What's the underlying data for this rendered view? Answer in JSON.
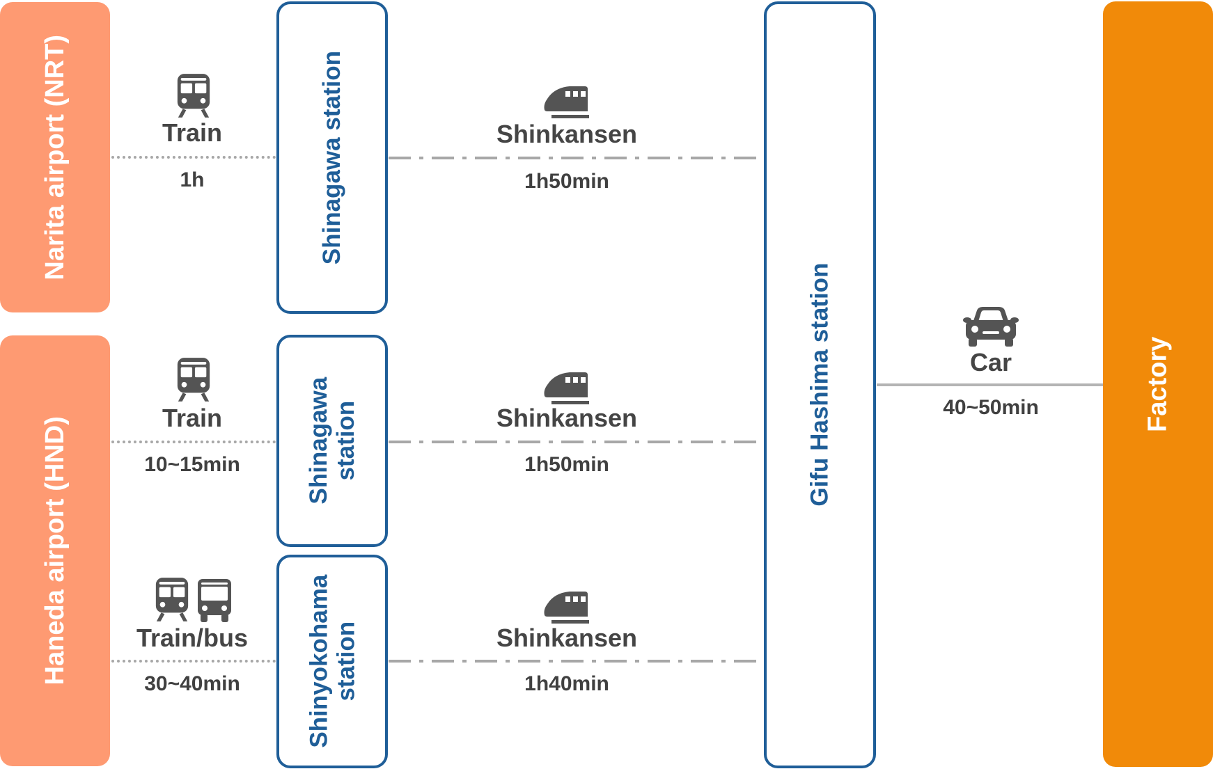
{
  "airports": {
    "narita": "Narita airport (NRT)",
    "haneda": "Haneda airport (HND)"
  },
  "stations": {
    "shinagawa_1": "Shinagawa station",
    "shinagawa_2_line1": "Shinagawa",
    "shinagawa_2_line2": "station",
    "shinyokohama_line1": "Shinyokohama",
    "shinyokohama_line2": "station",
    "gifu_hashima": "Gifu Hashima station"
  },
  "destination": "Factory",
  "routes": [
    {
      "mode": "Train",
      "time": "1h",
      "icon": "train-icon"
    },
    {
      "mode": "Shinkansen",
      "time": "1h50min",
      "icon": "shinkansen-icon"
    },
    {
      "mode": "Train",
      "time": "10~15min",
      "icon": "train-icon"
    },
    {
      "mode": "Shinkansen",
      "time": "1h50min",
      "icon": "shinkansen-icon"
    },
    {
      "mode": "Train/bus",
      "time": "30~40min",
      "icon": "train-bus-icon"
    },
    {
      "mode": "Shinkansen",
      "time": "1h40min",
      "icon": "shinkansen-icon"
    },
    {
      "mode": "Car",
      "time": "40~50min",
      "icon": "car-icon"
    }
  ],
  "colors": {
    "airport": "#fe9a72",
    "factory": "#f18a09",
    "station_border": "#1f5e98",
    "icon": "#545454",
    "line": "#a7a7a7"
  }
}
